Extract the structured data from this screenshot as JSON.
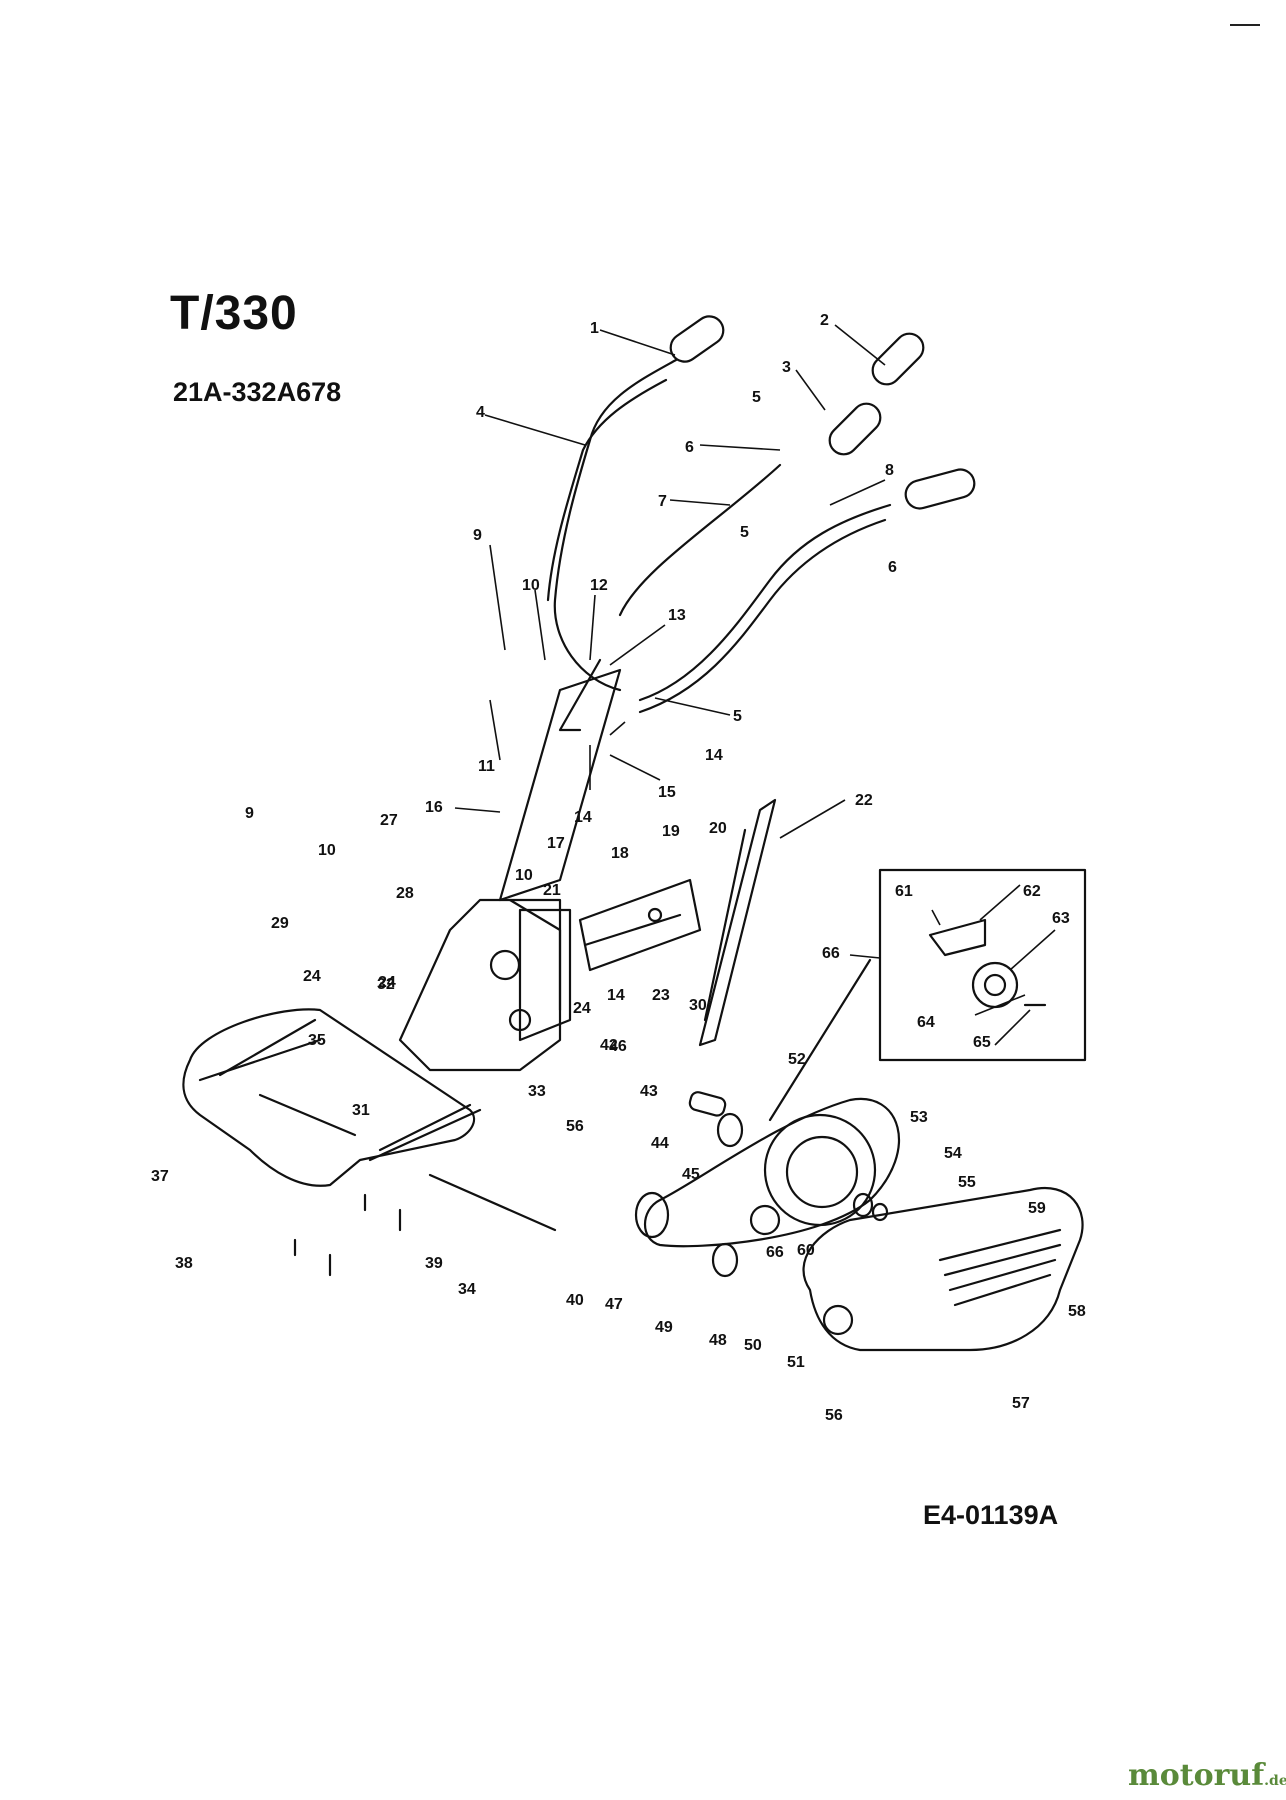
{
  "title": "T/330",
  "model_number": "21A-332A678",
  "drawing_code": "E4-01139A",
  "watermark": {
    "main": "motoruf",
    "tld": ".de"
  },
  "colors": {
    "ink": "#111111",
    "watermark": "#5a8a3a",
    "background": "#ffffff"
  },
  "part_labels": [
    "1",
    "2",
    "3",
    "4",
    "5",
    "6",
    "7",
    "5",
    "8",
    "6",
    "9",
    "10",
    "12",
    "13",
    "5",
    "11",
    "14",
    "15",
    "14",
    "16",
    "22",
    "9",
    "27",
    "10",
    "17",
    "18",
    "19",
    "20",
    "10",
    "21",
    "28",
    "29",
    "14",
    "24",
    "23",
    "30",
    "24",
    "32",
    "35",
    "24",
    "42",
    "46",
    "52",
    "53",
    "54",
    "55",
    "33",
    "31",
    "56",
    "43",
    "44",
    "45",
    "37",
    "60",
    "59",
    "66",
    "58",
    "38",
    "39",
    "34",
    "40",
    "47",
    "49",
    "48",
    "50",
    "51",
    "57",
    "56",
    "61",
    "62",
    "63",
    "66",
    "64",
    "65"
  ]
}
